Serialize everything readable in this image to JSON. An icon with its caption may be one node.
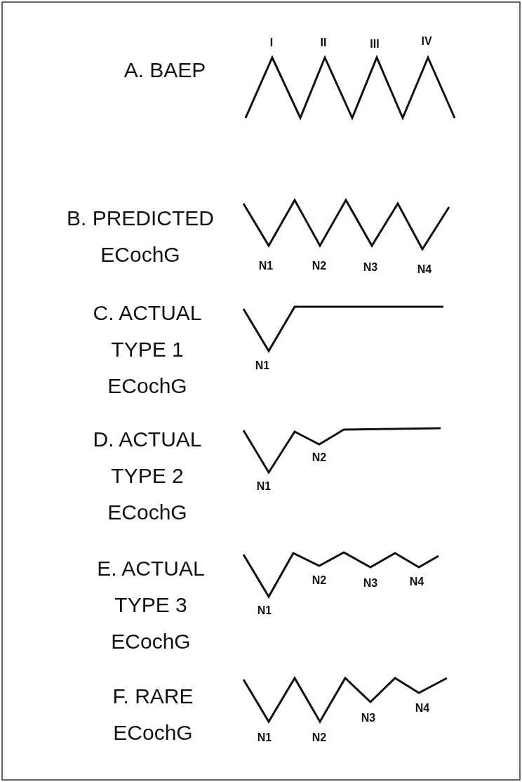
{
  "diagram": {
    "labels": [
      "A. BAEP",
      "I",
      "II",
      "III",
      "IV",
      "B. PREDICTED ECochG",
      "N1",
      "N2",
      "N3",
      "N4",
      "C. ACTUAL TYPE 1 ECochG",
      "N1",
      "D. ACTUAL TYPE 2 ECochG",
      "N2",
      "N1",
      "E. ACTUAL TYPE 3 ECochG",
      "N2",
      "N3",
      "N4",
      "N1",
      "F. RARE ECochG",
      "N3",
      "N4",
      "N1",
      "N2"
    ]
  }
}
